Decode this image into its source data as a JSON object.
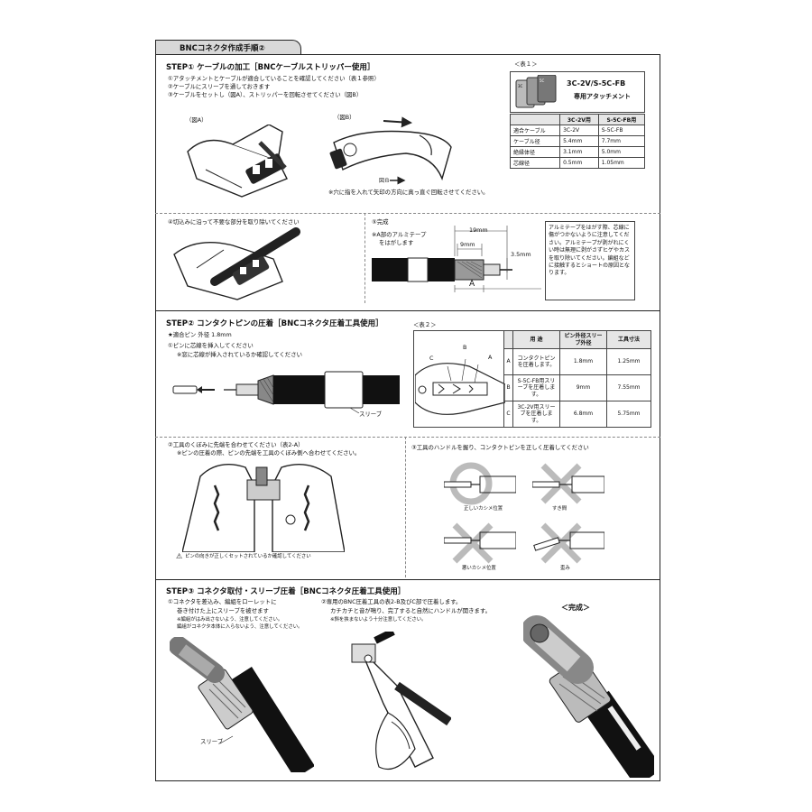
{
  "header": {
    "tab_title": "BNCコネクタ作成手順②"
  },
  "step1": {
    "title": "STEP① ケーブルの加工［BNCケーブルストリッパー使用］",
    "lines": [
      "①アタッチメントとケーブルが適合していることを確認してください（表１参照）",
      "②ケーブルにスリーブを通しておきます",
      "③ケーブルをセットし（図A）、ストリッパーを回転させてください（図B）"
    ],
    "fig_a_label": "（図A）",
    "fig_b_label": "（図B）",
    "rotate_note": "※穴に指を入れて矢印の方向に真っ直ぐ回転させてください。",
    "step4_text": "④切込みに沿って不要な部分を取り除いてください",
    "step5_text": "⑤完成",
    "tape_note_1": "※A部のアルミテープ",
    "tape_note_2": "をはがします",
    "dims": {
      "d19": "19mm",
      "d9": "9mm",
      "d35": "3.5mm",
      "a": "A"
    },
    "warning_note": "アルミテープをはがす際、芯線に傷がつかないように注意してください。アルミテープが剥がれにくい時は無理に剥がさずヒゲやカスを取り除いてください。編組などに接触するとショートの原因となります。"
  },
  "table1": {
    "caption": "＜表１＞",
    "product_line1": "3C-2V/S-5C-FB",
    "product_line2": "専用アタッチメント",
    "columns": [
      "",
      "3C-2V用",
      "S-5C-FB用"
    ],
    "rows": [
      [
        "適合ケーブル",
        "3C-2V",
        "S-5C-FB"
      ],
      [
        "ケーブル径",
        "5.4mm",
        "7.7mm"
      ],
      [
        "絶縁体径",
        "3.1mm",
        "5.0mm"
      ],
      [
        "芯線径",
        "0.5mm",
        "1.05mm"
      ]
    ]
  },
  "step2": {
    "title": "STEP② コンタクトピンの圧着［BNCコネクタ圧着工具使用］",
    "pin_spec": "★適合ピン 外径 1.8mm",
    "line1": "①ピンに芯線を挿入してください",
    "line2": "※窓に芯線が挿入されているか確認してください",
    "sleeve_label": "スリーブ",
    "step2_text": "②工具のくぼみに先端を合わせてください（表2-A）",
    "step2_note": "※ピンの圧着の際、ピンの先端を工具のくぼみ側へ合わせてください。",
    "warning": "ピンの向きが正しくセットされているか確認してください",
    "step3_text": "③工具のハンドルを握り、コンタクトピンを正しく圧着してください",
    "crimp_labels": [
      "正しいカシメ位置",
      "すき間",
      "悪いカシメ位置",
      "歪み"
    ]
  },
  "table2": {
    "caption": "＜表２＞",
    "tool_labels": [
      "C",
      "B",
      "A"
    ],
    "columns": [
      "",
      "用 途",
      "ピン外径スリーブ外径",
      "工具寸法"
    ],
    "rows": [
      [
        "A",
        "コンタクトピンを圧着します。",
        "1.8mm",
        "1.25mm"
      ],
      [
        "B",
        "S-5C-FB用スリーブを圧着します。",
        "9mm",
        "7.55mm"
      ],
      [
        "C",
        "3C-2V用スリーブを圧着します。",
        "6.8mm",
        "5.75mm"
      ]
    ]
  },
  "step3": {
    "title": "STEP③ コネクタ取付・スリーブ圧着［BNCコネクタ圧着工具使用］",
    "col1_lines": [
      "①コネクタを差込み、編組をローレットに",
      "巻き付けた上にスリーブを被せます"
    ],
    "col1_notes": [
      "※編組がはみ出さないよう、注意してください。",
      "編組がコネクタ本体に入らないよう、注意してください。"
    ],
    "col2_lines": [
      "②専用のBNC圧着工具の表2-B及びC部で圧着します。",
      "カチカチと音が鳴り、完了すると自然にハンドルが開きます。"
    ],
    "col2_note": "※斜を挟まないよう十分注意してください。",
    "complete_label": "＜完成＞",
    "sleeve_label": "スリーブ"
  }
}
